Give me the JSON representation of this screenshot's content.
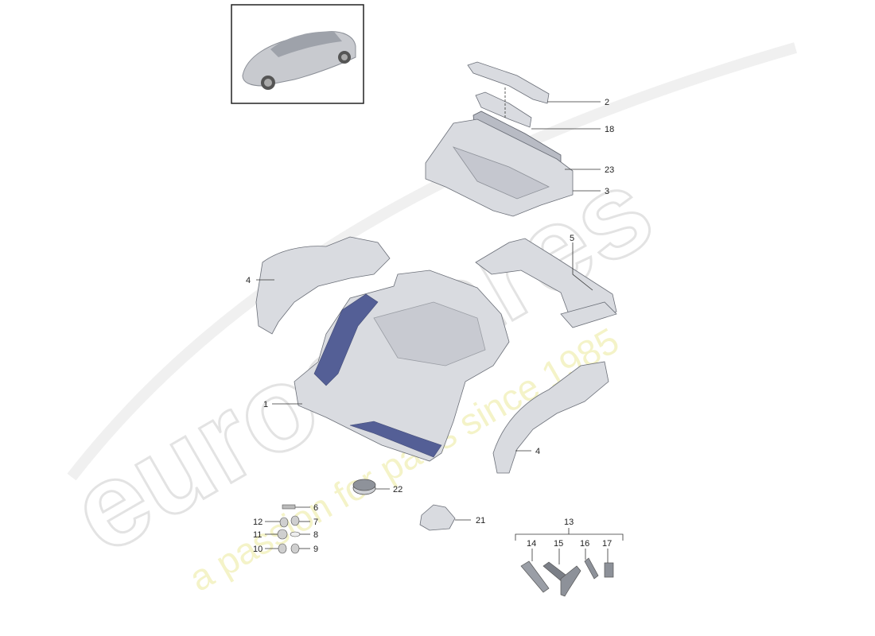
{
  "watermark": {
    "brand": "eurospares",
    "tagline": "a passion for parts since 1985",
    "brand_color": "#e6e6e6",
    "tagline_color": "#f1efb0"
  },
  "callouts": {
    "c1": "1",
    "c2": "2",
    "c3": "3",
    "c4a": "4",
    "c4b": "4",
    "c5": "5",
    "c6": "6",
    "c7": "7",
    "c8": "8",
    "c9": "9",
    "c10": "10",
    "c11": "11",
    "c12": "12",
    "c13": "13",
    "c14": "14",
    "c15": "15",
    "c16": "16",
    "c17": "17",
    "c18": "18",
    "c21": "21",
    "c22": "22",
    "c23": "23"
  }
}
